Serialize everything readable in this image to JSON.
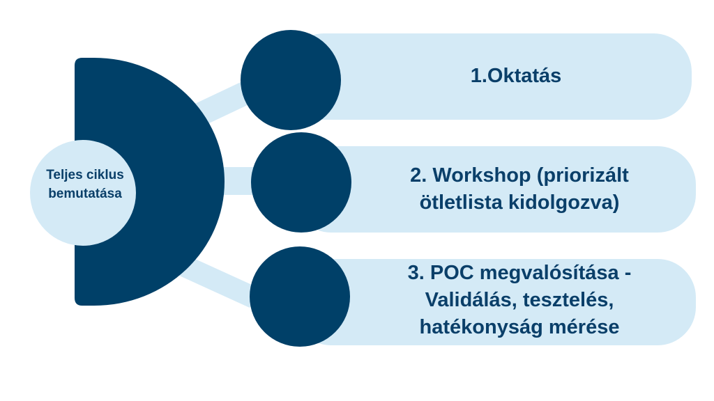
{
  "center": {
    "line1": "Teljes ciklus",
    "line2": "bemutatása"
  },
  "items": [
    {
      "lines": [
        "1.Oktatás"
      ]
    },
    {
      "lines": [
        "2. Workshop (priorizált",
        "ötletlista kidolgozva)"
      ]
    },
    {
      "lines": [
        "3. POC megvalósítása -",
        "Validálás, tesztelés,",
        "hatékonyság mérése"
      ]
    }
  ],
  "colors": {
    "dark": "#004068",
    "light": "#d4eaf6",
    "text": "#0a3f69"
  }
}
